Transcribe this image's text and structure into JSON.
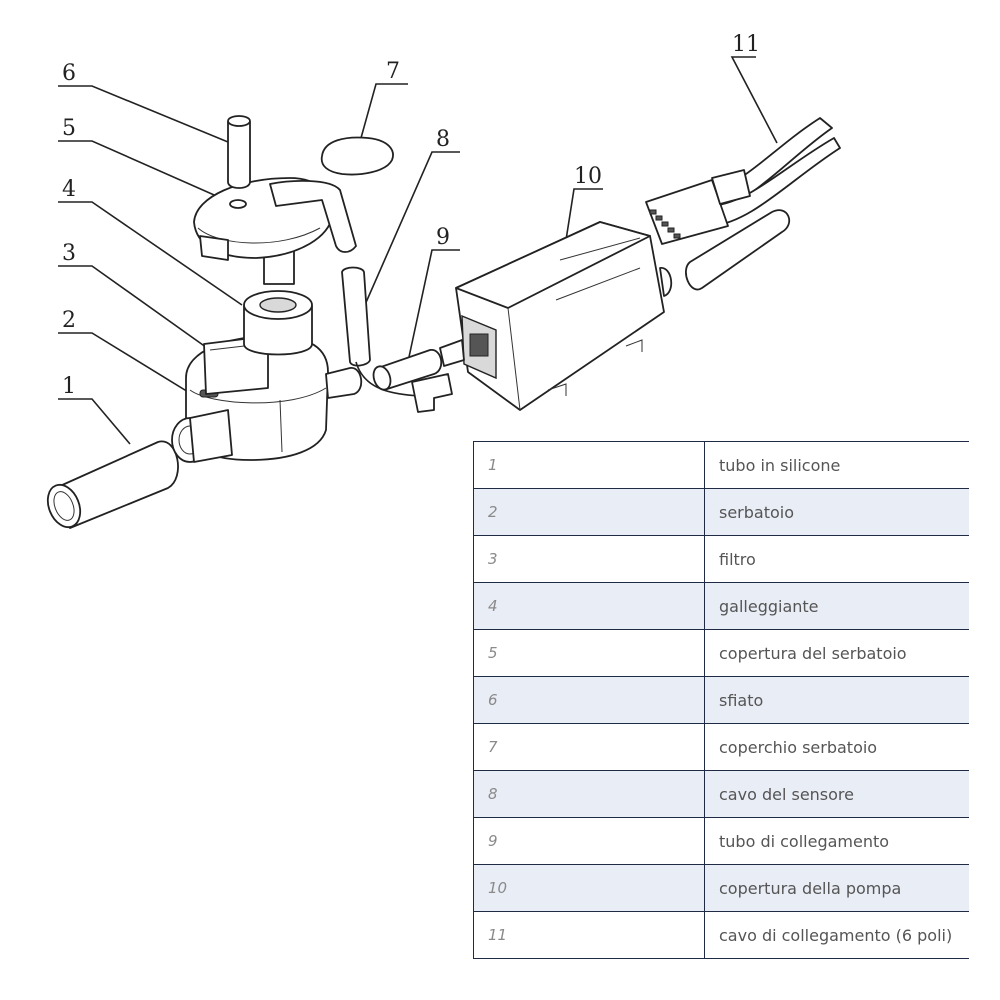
{
  "callouts": [
    {
      "num": "1"
    },
    {
      "num": "2"
    },
    {
      "num": "3"
    },
    {
      "num": "4"
    },
    {
      "num": "5"
    },
    {
      "num": "6"
    },
    {
      "num": "7"
    },
    {
      "num": "8"
    },
    {
      "num": "9"
    },
    {
      "num": "10"
    },
    {
      "num": "11"
    }
  ],
  "parts": [
    {
      "num": "1",
      "name": "tubo in silicone"
    },
    {
      "num": "2",
      "name": "serbatoio"
    },
    {
      "num": "3",
      "name": "filtro"
    },
    {
      "num": "4",
      "name": "galleggiante"
    },
    {
      "num": "5",
      "name": "copertura del serbatoio"
    },
    {
      "num": "6",
      "name": "sfiato"
    },
    {
      "num": "7",
      "name": "coperchio serbatoio"
    },
    {
      "num": "8",
      "name": "cavo del sensore"
    },
    {
      "num": "9",
      "name": "tubo di collegamento"
    },
    {
      "num": "10",
      "name": "copertura della pompa"
    },
    {
      "num": "11",
      "name": "cavo di collegamento (6 poli)"
    }
  ]
}
